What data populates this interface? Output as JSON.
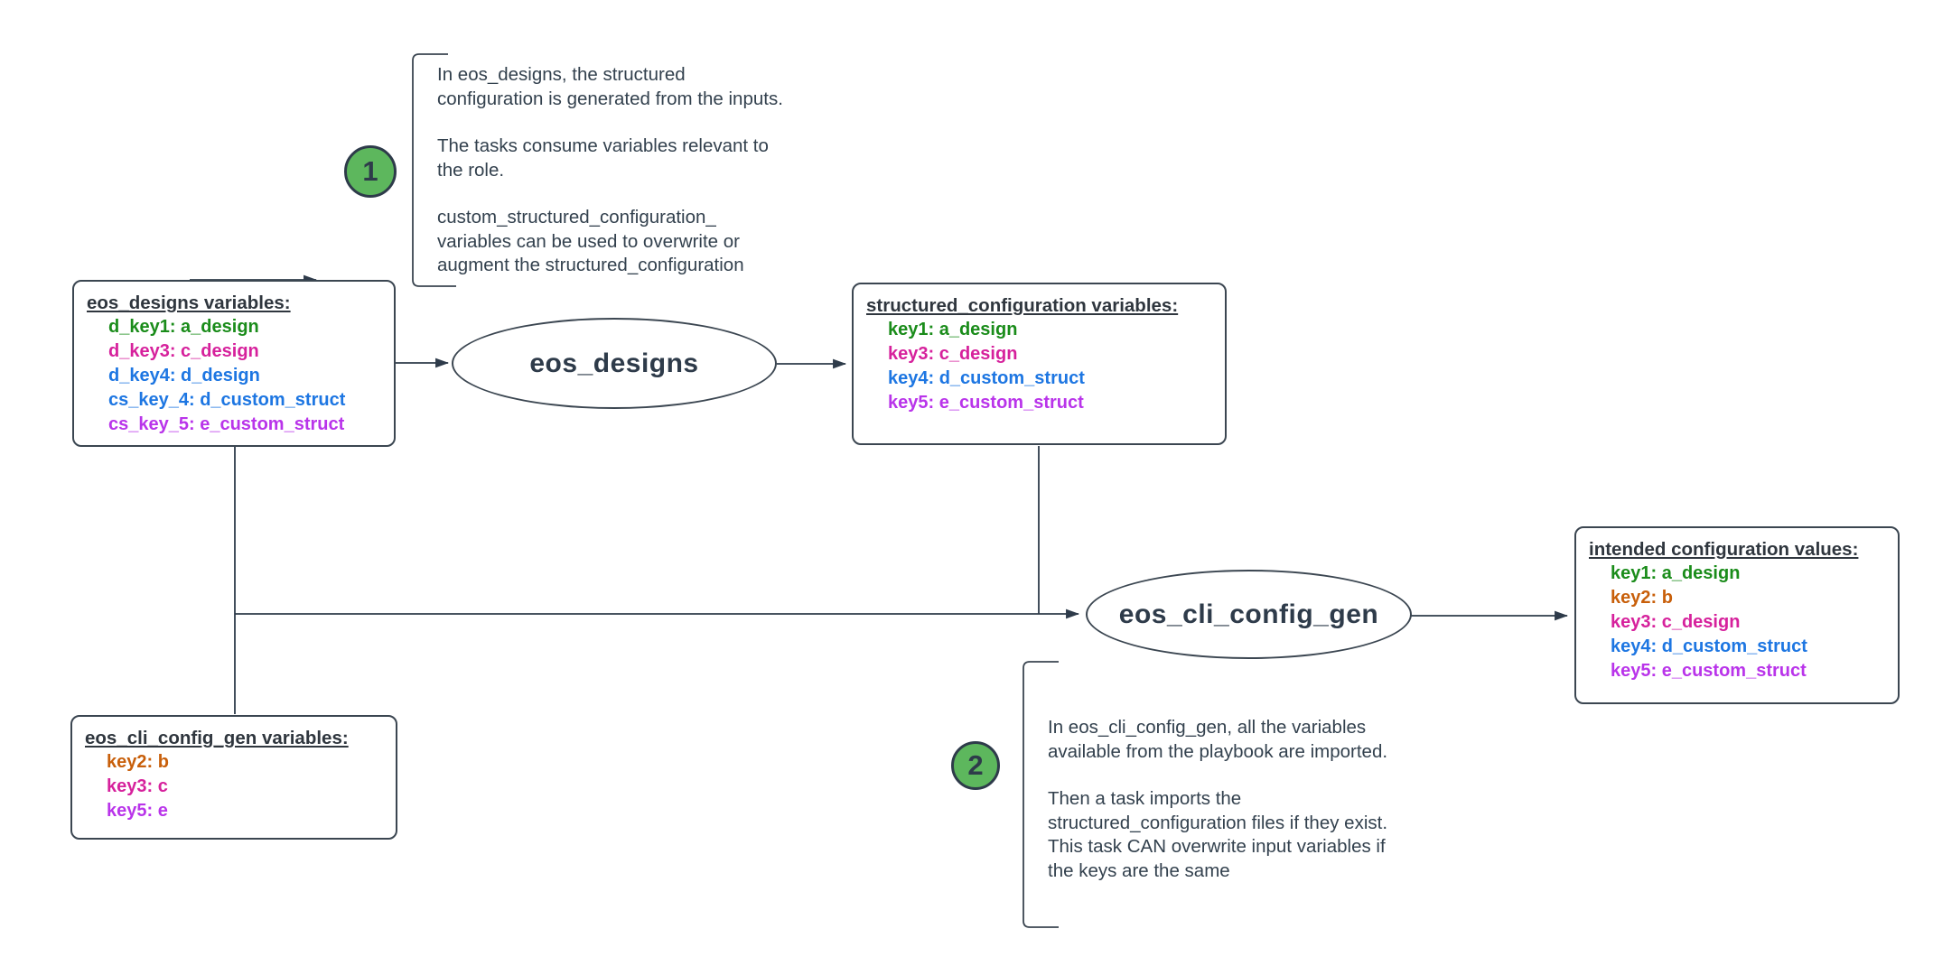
{
  "palette": {
    "dark": "#2e3b4a",
    "green": "#1a8c1a",
    "orange": "#c85f0a",
    "magenta": "#d6219c",
    "blue": "#1d76e2",
    "purple": "#b934ea",
    "badge_green": "#5db75d"
  },
  "processes": {
    "eos_designs": {
      "label": "eos_designs"
    },
    "eos_cli_config_gen": {
      "label": "eos_cli_config_gen"
    }
  },
  "boxes": {
    "eos_designs_vars": {
      "title": "eos_designs variables:",
      "items": [
        {
          "label": "d_key1: a_design",
          "color": "#1a8c1a"
        },
        {
          "label": "d_key3: c_design",
          "color": "#d6219c"
        },
        {
          "label": "d_key4: d_design",
          "color": "#1d76e2"
        },
        {
          "label": "cs_key_4: d_custom_struct",
          "color": "#1d76e2"
        },
        {
          "label": "cs_key_5: e_custom_struct",
          "color": "#b934ea"
        }
      ]
    },
    "structured_config_vars": {
      "title": "structured_configuration variables:",
      "items": [
        {
          "label": "key1: a_design",
          "color": "#1a8c1a"
        },
        {
          "label": "key3: c_design",
          "color": "#d6219c"
        },
        {
          "label": "key4: d_custom_struct",
          "color": "#1d76e2"
        },
        {
          "label": "key5: e_custom_struct",
          "color": "#b934ea"
        }
      ]
    },
    "intended_config_values": {
      "title": "intended configuration values:",
      "items": [
        {
          "label": "key1: a_design",
          "color": "#1a8c1a"
        },
        {
          "label": "key2: b",
          "color": "#c85f0a"
        },
        {
          "label": "key3: c_design",
          "color": "#d6219c"
        },
        {
          "label": "key4: d_custom_struct",
          "color": "#1d76e2"
        },
        {
          "label": "key5: e_custom_struct",
          "color": "#b934ea"
        }
      ]
    },
    "eos_cli_config_gen_vars": {
      "title": "eos_cli_config_gen variables:",
      "items": [
        {
          "label": "key2: b",
          "color": "#c85f0a"
        },
        {
          "label": "key3: c",
          "color": "#d6219c"
        },
        {
          "label": "key5: e",
          "color": "#b934ea"
        }
      ]
    }
  },
  "annotations": [
    {
      "number": "1",
      "paragraphs": [
        [
          "In eos_designs, the structured",
          "configuration is generated from the inputs."
        ],
        [
          "The tasks consume variables relevant to",
          "the role."
        ],
        [
          "custom_structured_configuration_",
          "variables can be used to overwrite or",
          "augment the structured_configuration"
        ]
      ]
    },
    {
      "number": "2",
      "paragraphs": [
        [
          "In eos_cli_config_gen, all the variables",
          "available from the playbook are imported."
        ],
        [
          "Then a task imports the",
          "structured_configuration files if they exist.",
          "This task CAN overwrite input variables if",
          "the keys are the same"
        ]
      ]
    }
  ]
}
